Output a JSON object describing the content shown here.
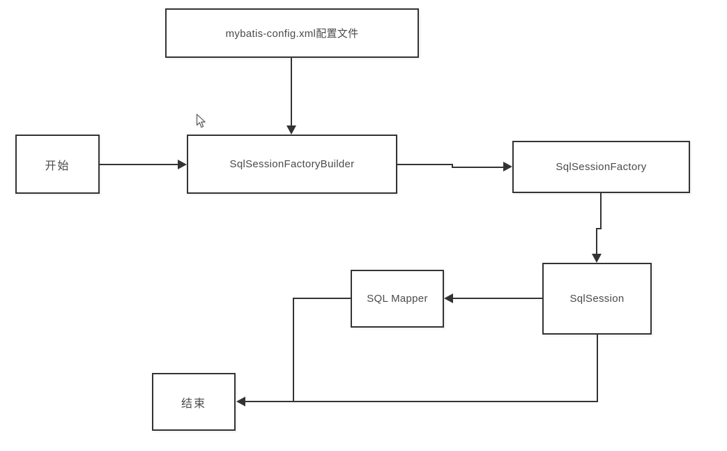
{
  "diagram": {
    "type": "flowchart",
    "subject": "MyBatis core objects lifecycle",
    "nodes": [
      {
        "id": "config",
        "label": "mybatis-config.xml配置文件"
      },
      {
        "id": "start",
        "label": "开始"
      },
      {
        "id": "builder",
        "label": "SqlSessionFactoryBuilder"
      },
      {
        "id": "factory",
        "label": "SqlSessionFactory"
      },
      {
        "id": "session",
        "label": "SqlSession"
      },
      {
        "id": "mapper",
        "label": "SQL Mapper"
      },
      {
        "id": "end",
        "label": "结束"
      }
    ],
    "edges": [
      {
        "from": "mybatis-config.xml配置文件",
        "to": "SqlSessionFactoryBuilder",
        "arrow": true,
        "direction": "down"
      },
      {
        "from": "开始",
        "to": "SqlSessionFactoryBuilder",
        "arrow": true,
        "direction": "right"
      },
      {
        "from": "SqlSessionFactoryBuilder",
        "to": "SqlSessionFactory",
        "arrow": true,
        "direction": "right"
      },
      {
        "from": "SqlSessionFactory",
        "to": "SqlSession",
        "arrow": true,
        "direction": "down"
      },
      {
        "from": "SqlSession",
        "to": "SQL Mapper",
        "arrow": true,
        "direction": "left"
      },
      {
        "from": "SqlSession",
        "to": "结束",
        "arrow": true,
        "direction": "down-left"
      },
      {
        "from": "SQL Mapper",
        "to": "结束",
        "arrow": true,
        "direction": "left-down",
        "note": "joins SqlSession to 结束 path"
      }
    ],
    "colors": {
      "background": "#ffffff",
      "node_fill": "#ffffff",
      "stroke": "#333333",
      "text": "#4a4a4a"
    }
  },
  "cursor": {
    "icon": "arrow-pointer"
  }
}
